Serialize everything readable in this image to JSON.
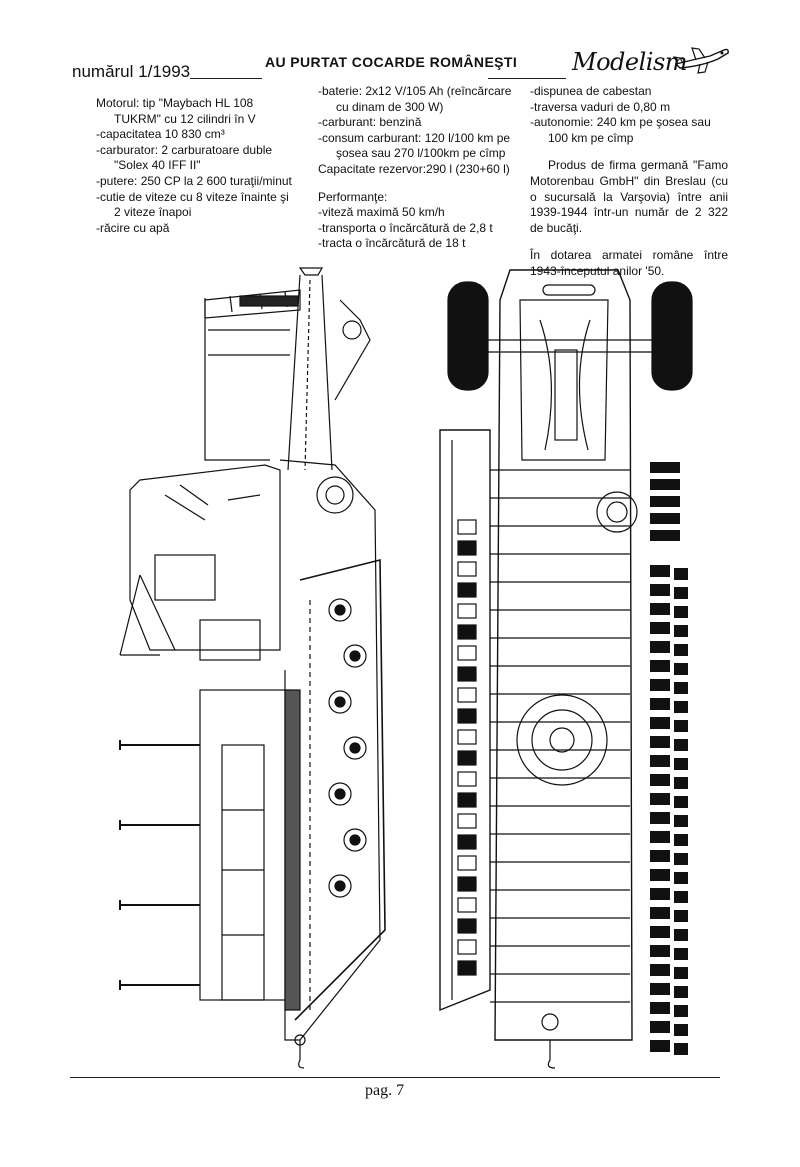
{
  "header": {
    "issue": "numărul 1/1993",
    "title": "AU PURTAT COCARDE ROMÂNEŞTI",
    "logo": "Modelism"
  },
  "col1": [
    {
      "t": "Motorul: tip \"Maybach HL 108",
      "ind": false
    },
    {
      "t": "TUKRM\" cu 12 cilindri în V",
      "ind": true
    },
    {
      "t": "-capacitatea 10 830 cm³",
      "ind": false
    },
    {
      "t": "-carburator: 2 carburatoare duble",
      "ind": false
    },
    {
      "t": "\"Solex 40 IFF II\"",
      "ind": true
    },
    {
      "t": "-putere: 250 CP la 2 600 turaţii/minut",
      "ind": false
    },
    {
      "t": "-cutie de viteze cu 8 viteze înainte şi",
      "ind": false
    },
    {
      "t": "2 viteze înapoi",
      "ind": true
    },
    {
      "t": "-răcire cu apă",
      "ind": false
    }
  ],
  "col2": [
    {
      "t": "-baterie: 2x12 V/105 Ah (reîncărcare",
      "ind": false
    },
    {
      "t": "cu dinam de 300 W)",
      "ind": true
    },
    {
      "t": "-carburant: benzină",
      "ind": false
    },
    {
      "t": "-consum carburant: 120 l/100 km pe",
      "ind": false
    },
    {
      "t": "şosea sau 270 l/100km pe cîmp",
      "ind": true
    },
    {
      "t": "Capacitate rezervor:290 l (230+60 l)",
      "ind": false
    },
    {
      "t": "",
      "ind": false,
      "gap": true
    },
    {
      "t": "Performanţe:",
      "ind": false
    },
    {
      "t": "-viteză maximă 50 km/h",
      "ind": false
    },
    {
      "t": "-transporta o încărcătură de 2,8 t",
      "ind": false
    },
    {
      "t": "-tracta o încărcătură de 18 t",
      "ind": false
    }
  ],
  "col3_specs": [
    {
      "t": "-dispunea de cabestan",
      "ind": false
    },
    {
      "t": "-traversa vaduri de 0,80 m",
      "ind": false
    },
    {
      "t": "-autonomie: 240 km pe şosea sau",
      "ind": false
    },
    {
      "t": "100 km pe cîmp",
      "ind": true
    }
  ],
  "col3_para1": "Produs de firma germană \"Famo Motorenbau GmbH\" din Breslau (cu o sucursală la Varşovia) între anii 1939-1944 într-un număr de 2 322 de bucăţi.",
  "col3_para2": "În dotarea armatei române între 1943-începutul anilor '50.",
  "footer": {
    "page": "pag. 7"
  }
}
